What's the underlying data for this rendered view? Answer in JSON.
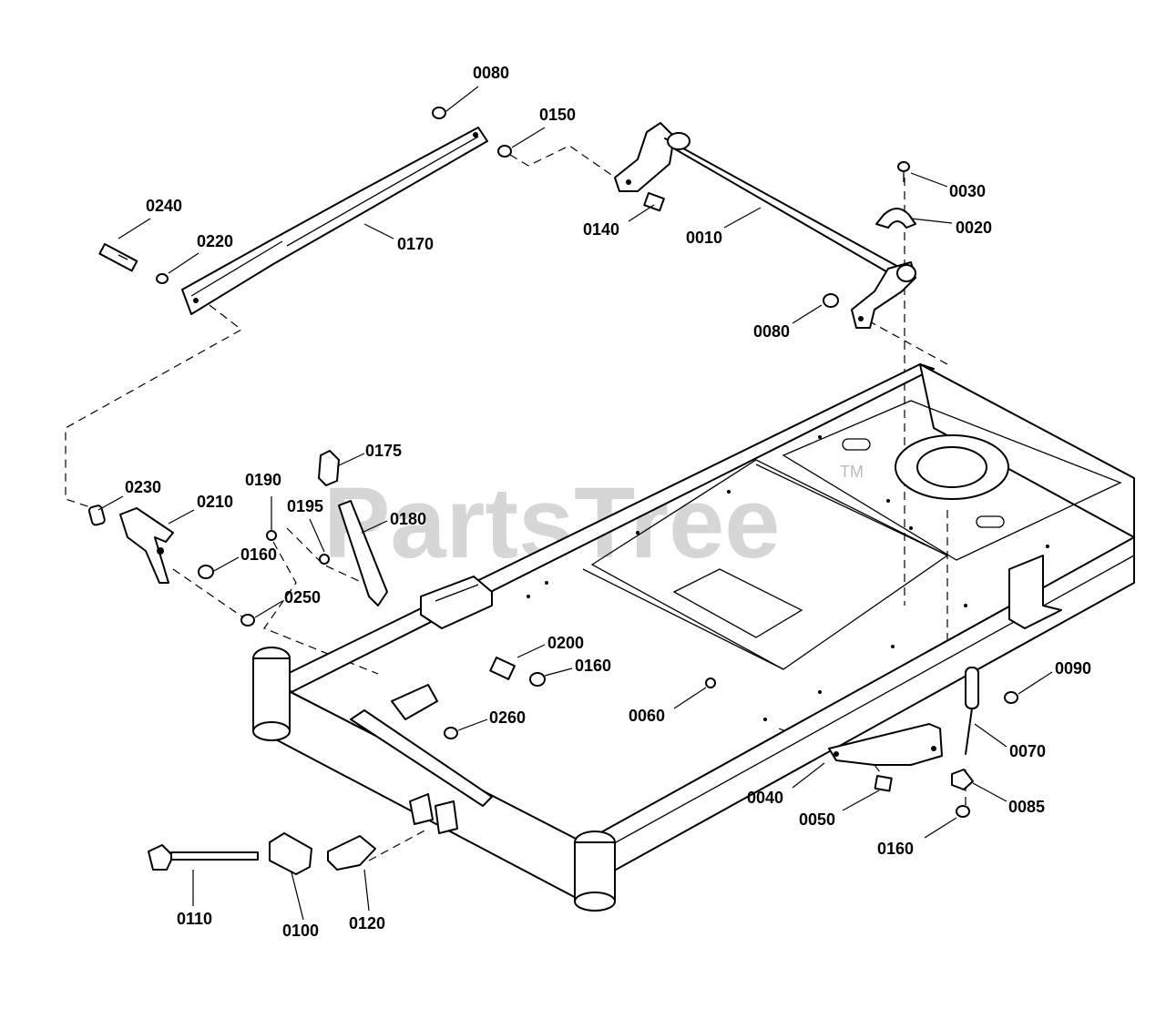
{
  "watermark": {
    "text": "PartsTree",
    "trademark": "TM"
  },
  "callouts": [
    {
      "id": "c0080a",
      "label": "0080"
    },
    {
      "id": "c0150",
      "label": "0150"
    },
    {
      "id": "c0240",
      "label": "0240"
    },
    {
      "id": "c0220",
      "label": "0220"
    },
    {
      "id": "c0170",
      "label": "0170"
    },
    {
      "id": "c0140",
      "label": "0140"
    },
    {
      "id": "c0010",
      "label": "0010"
    },
    {
      "id": "c0030",
      "label": "0030"
    },
    {
      "id": "c0020",
      "label": "0020"
    },
    {
      "id": "c0080b",
      "label": "0080"
    },
    {
      "id": "c0175",
      "label": "0175"
    },
    {
      "id": "c0230",
      "label": "0230"
    },
    {
      "id": "c0210",
      "label": "0210"
    },
    {
      "id": "c0190",
      "label": "0190"
    },
    {
      "id": "c0195",
      "label": "0195"
    },
    {
      "id": "c0180",
      "label": "0180"
    },
    {
      "id": "c0160a",
      "label": "0160"
    },
    {
      "id": "c0250",
      "label": "0250"
    },
    {
      "id": "c0200",
      "label": "0200"
    },
    {
      "id": "c0160b",
      "label": "0160"
    },
    {
      "id": "c0090",
      "label": "0090"
    },
    {
      "id": "c0260",
      "label": "0260"
    },
    {
      "id": "c0060",
      "label": "0060"
    },
    {
      "id": "c0070",
      "label": "0070"
    },
    {
      "id": "c0040",
      "label": "0040"
    },
    {
      "id": "c0085",
      "label": "0085"
    },
    {
      "id": "c0050",
      "label": "0050"
    },
    {
      "id": "c0160c",
      "label": "0160"
    },
    {
      "id": "c0110",
      "label": "0110"
    },
    {
      "id": "c0100",
      "label": "0100"
    },
    {
      "id": "c0120",
      "label": "0120"
    }
  ]
}
